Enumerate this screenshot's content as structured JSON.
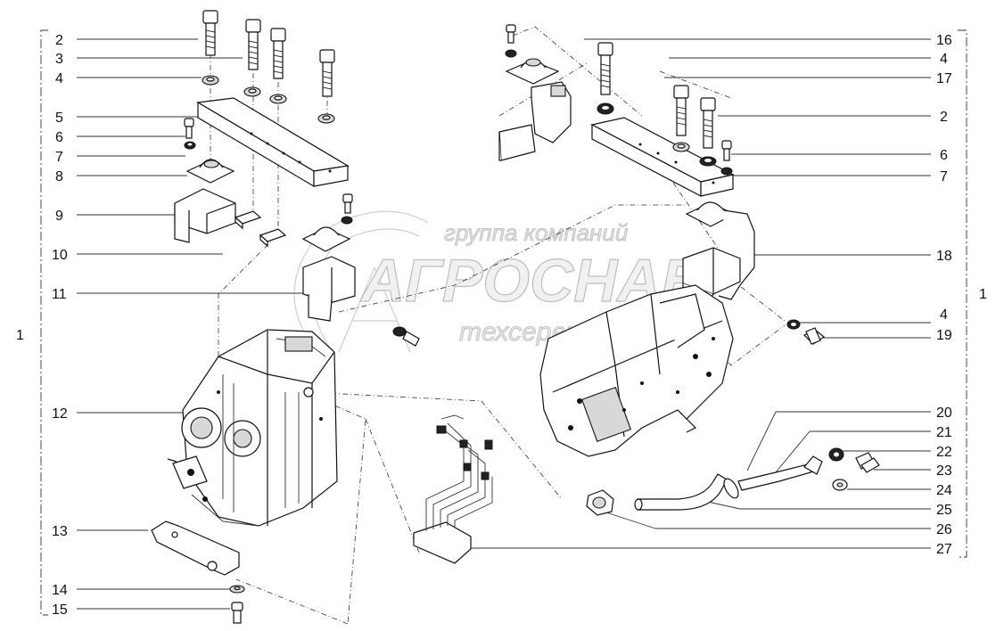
{
  "diagram": {
    "left_callouts": [
      "2",
      "3",
      "4",
      "5",
      "6",
      "7",
      "8",
      "9",
      "10",
      "11",
      "12",
      "13",
      "14",
      "15"
    ],
    "right_callouts": [
      "16",
      "4",
      "17",
      "2",
      "6",
      "7",
      "18",
      "4",
      "19",
      "20",
      "21",
      "22",
      "23",
      "24",
      "25",
      "26",
      "27"
    ],
    "assembly_left": "1",
    "assembly_right": "1"
  },
  "watermark": {
    "line1": "группа компаний",
    "line2": "АГРОСНАБ",
    "line3": "техсервис"
  },
  "colors": {
    "line": "#111111",
    "watermark": "#bdbdbd",
    "background": "#ffffff"
  }
}
